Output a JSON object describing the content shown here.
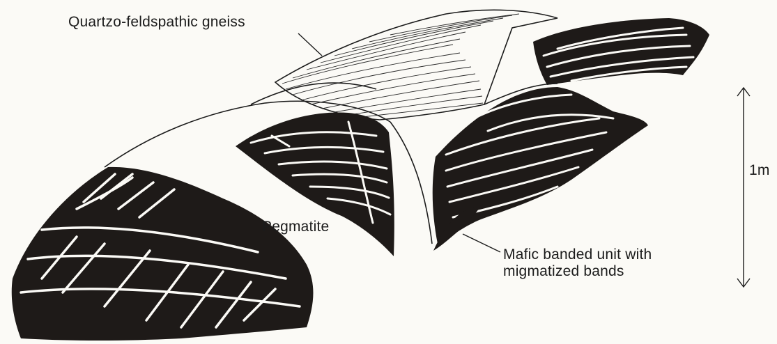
{
  "labels": {
    "quartzofeldspathic": "Quartzo-feldspathic gneiss",
    "pegmatite": "Pegmatite",
    "mafic_line1": "Mafic banded unit with",
    "mafic_line2": "migmatized bands",
    "scale": "1m"
  },
  "colors": {
    "rock_dark": "#1e1a18",
    "paper": "#fbfaf6",
    "ink": "#1b1b1b"
  }
}
